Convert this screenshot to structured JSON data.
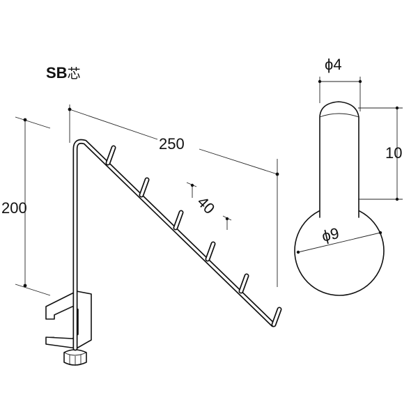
{
  "title": {
    "main": "SB",
    "suffix": "芯"
  },
  "dimensions": {
    "length": "250",
    "height": "200",
    "pitch": "40",
    "pin_diameter": "ϕ4",
    "pin_length": "10",
    "ball_diameter": "ϕ9"
  }
}
